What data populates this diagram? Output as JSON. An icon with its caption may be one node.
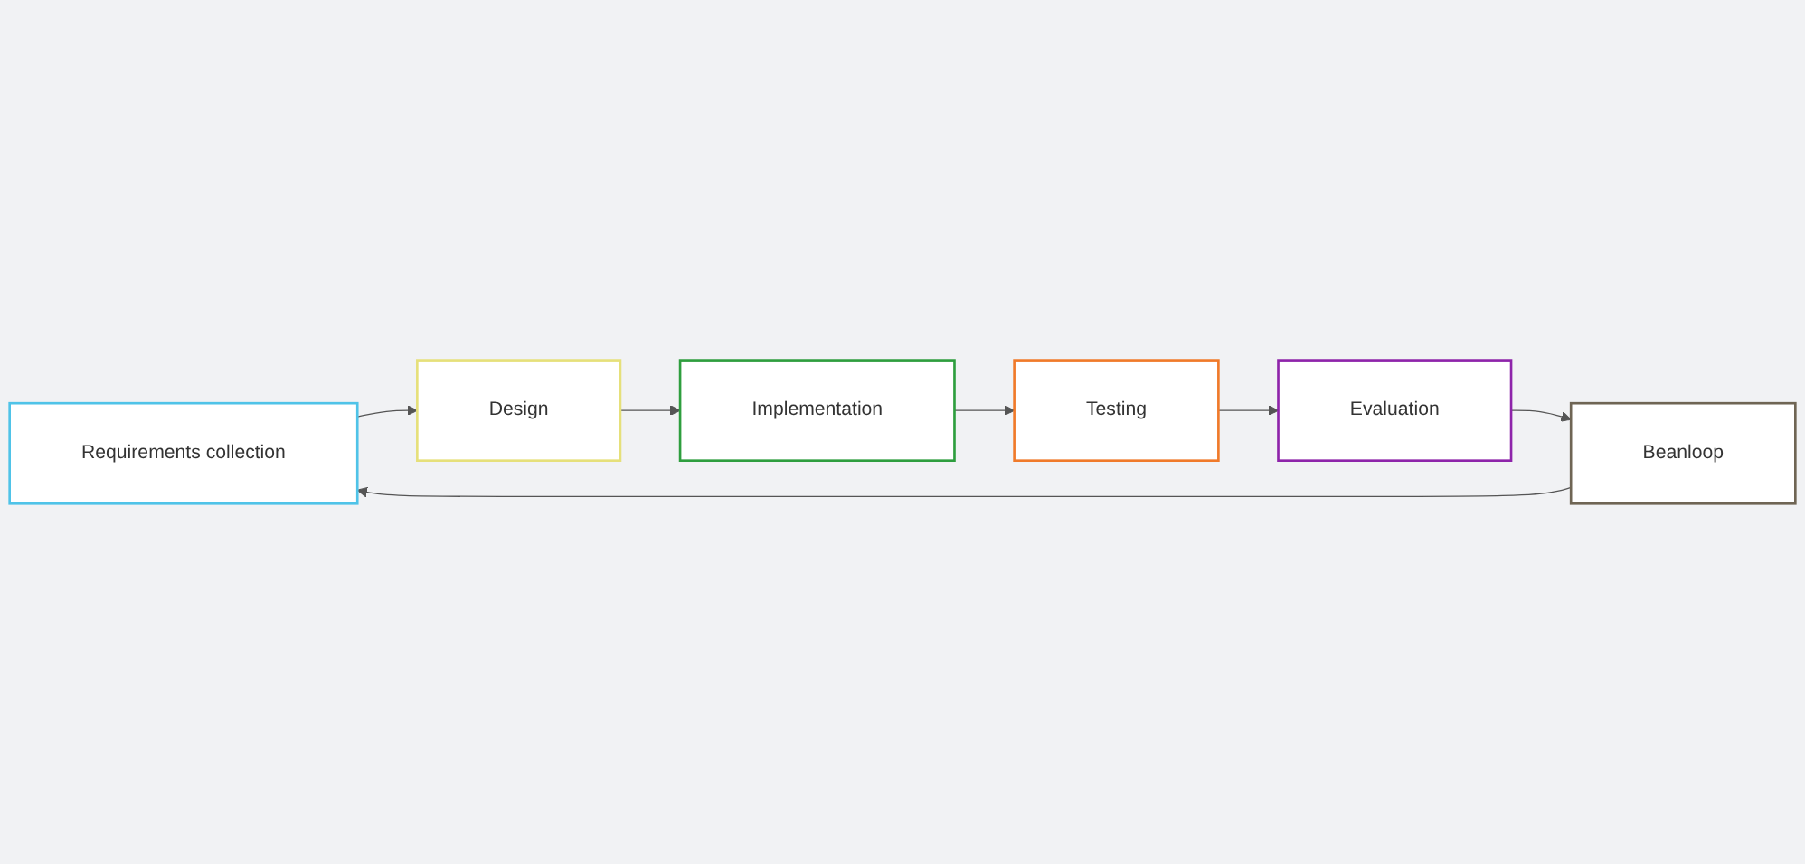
{
  "diagram": {
    "nodes": [
      {
        "text": [
          "Requirements collection"
        ]
      },
      {
        "text": [
          "Design"
        ]
      },
      {
        "text": [
          "Implementation"
        ]
      },
      {
        "text": [
          "Testing"
        ]
      },
      {
        "text": [
          "Evaluation"
        ]
      },
      {
        "text": [
          "Beanloop"
        ]
      }
    ],
    "edges": [
      {
        "from": 0,
        "to": 1,
        "arrow": "to"
      },
      {
        "from": 1,
        "to": 2,
        "arrow": "to"
      },
      {
        "from": 2,
        "to": 3,
        "arrow": "to"
      },
      {
        "from": 3,
        "to": 4,
        "arrow": "to"
      },
      {
        "from": 4,
        "to": 5,
        "arrow": "to"
      },
      {
        "from": 5,
        "to": 0,
        "arrow": "to"
      }
    ]
  }
}
